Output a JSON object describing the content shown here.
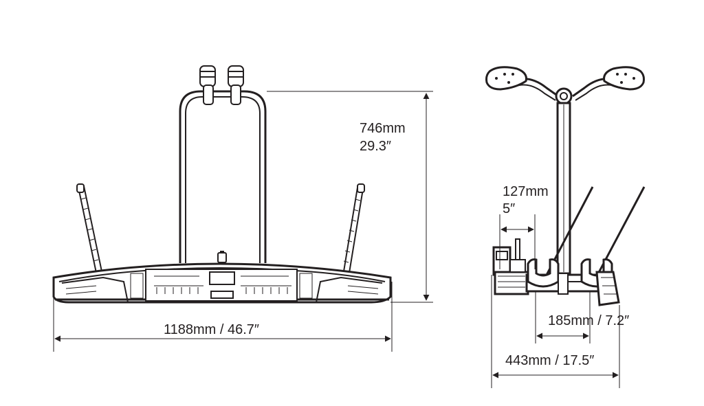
{
  "dimensions": {
    "height_mm": "746mm",
    "height_in": "29.3″",
    "width_total": "1188mm / 46.7″",
    "offset_mm": "127mm",
    "offset_in": "5″",
    "wheel_spacing": "185mm / 7.2″",
    "depth_total": "443mm / 17.5″"
  },
  "colors": {
    "line": "#231f20",
    "background": "#ffffff"
  }
}
